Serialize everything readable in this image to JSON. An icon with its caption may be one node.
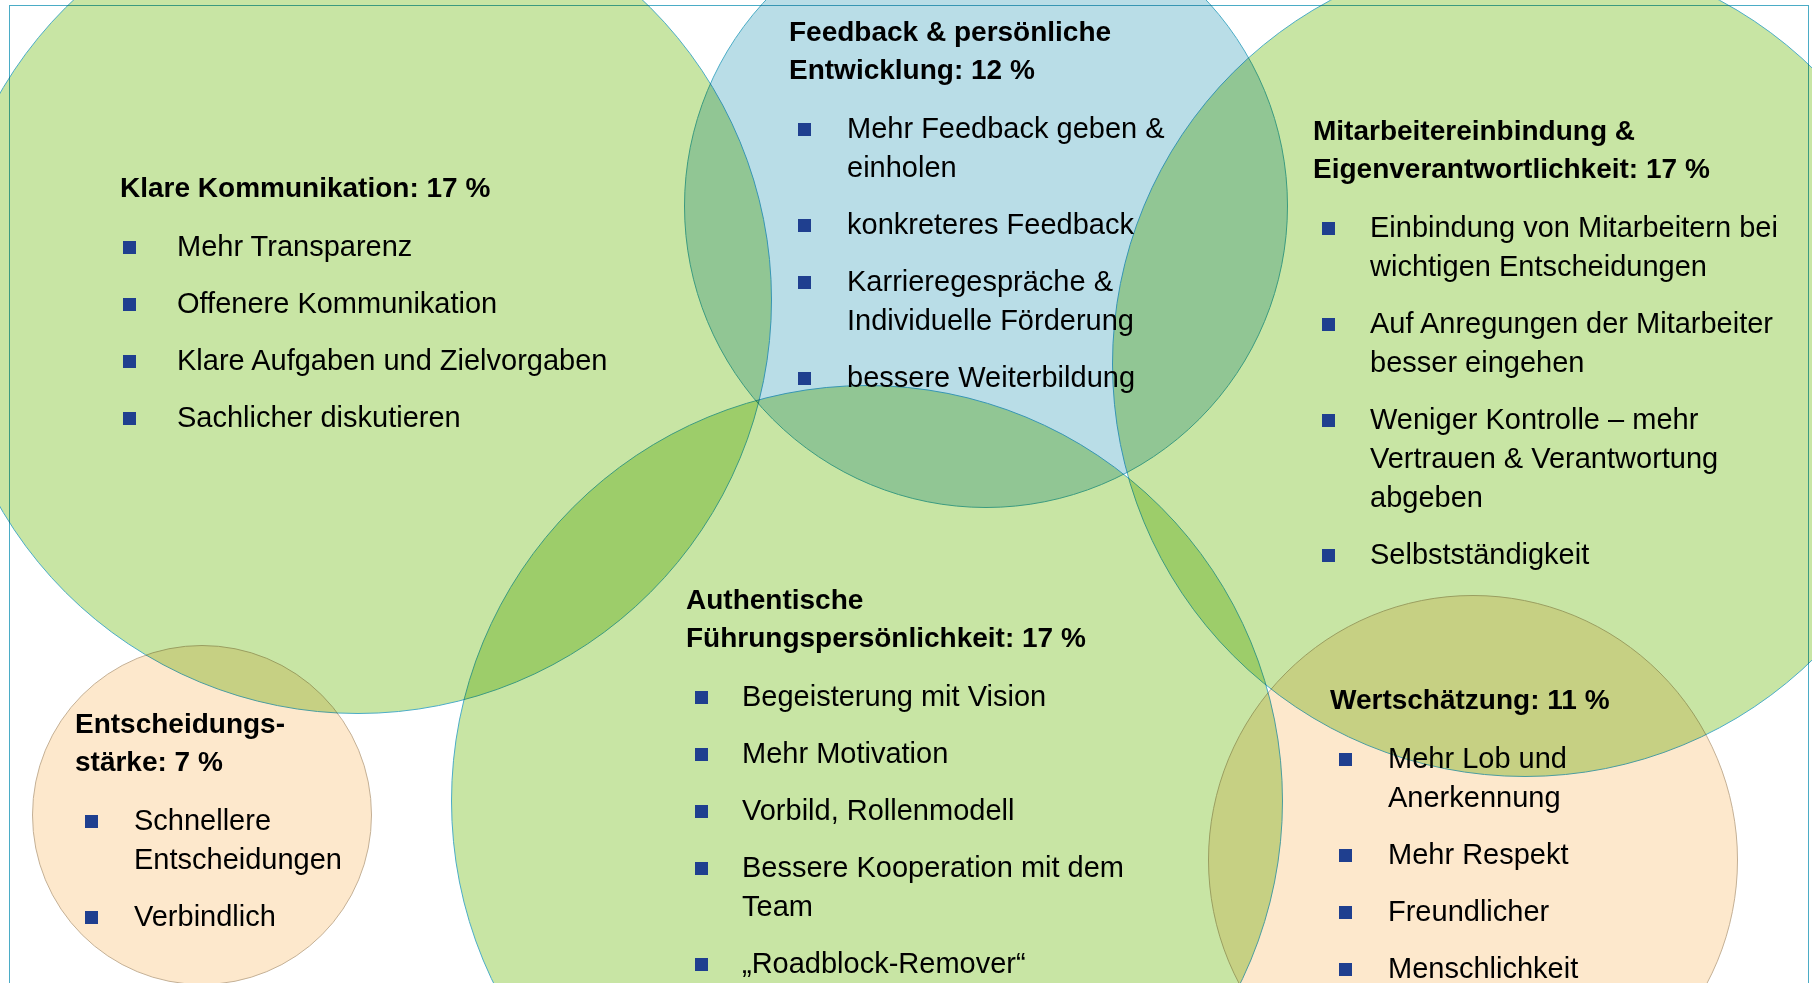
{
  "diagram": {
    "nodes": [
      {
        "text": [
          "Klare Kommunikation: 17 %",
          "Mehr Transparenz",
          "Offenere Kommunikation",
          "Klare Aufgaben und Zielvorgaben",
          "Sachlicher diskutieren"
        ]
      },
      {
        "text": [
          "Feedback & persönliche Entwicklung: 12 %",
          "Mehr Feedback geben & einholen",
          "konkreteres Feedback",
          "Karrieregespräche & Individuelle Förderung",
          "bessere Weiterbildung"
        ]
      },
      {
        "text": [
          "Mitarbeitereinbindung & Eigenverantwortlichkeit: 17 %",
          "Einbindung von Mitarbeitern bei wichtigen Entscheidungen",
          "Auf Anregungen der Mitarbeiter besser eingehen",
          "Weniger Kontrolle – mehr Vertrauen & Verantwortung abgeben",
          "Selbstständigkeit"
        ]
      },
      {
        "text": [
          "Authentische Führungspersönlichkeit: 17 %",
          "Begeisterung mit Vision",
          "Mehr Motivation",
          "Vorbild, Rollenmodell",
          "Bessere Kooperation mit dem Team",
          "„Roadblock-Remover“"
        ]
      },
      {
        "text": [
          "Entscheidungs- stärke: 7 %",
          "Schnellere Entscheidungen",
          "Verbindlich"
        ]
      },
      {
        "text": [
          "Wertschätzung: 11 %",
          "Mehr Lob und Anerkennung",
          "Mehr Respekt",
          "Freundlicher",
          "Menschlichkeit"
        ]
      }
    ],
    "edges": []
  }
}
